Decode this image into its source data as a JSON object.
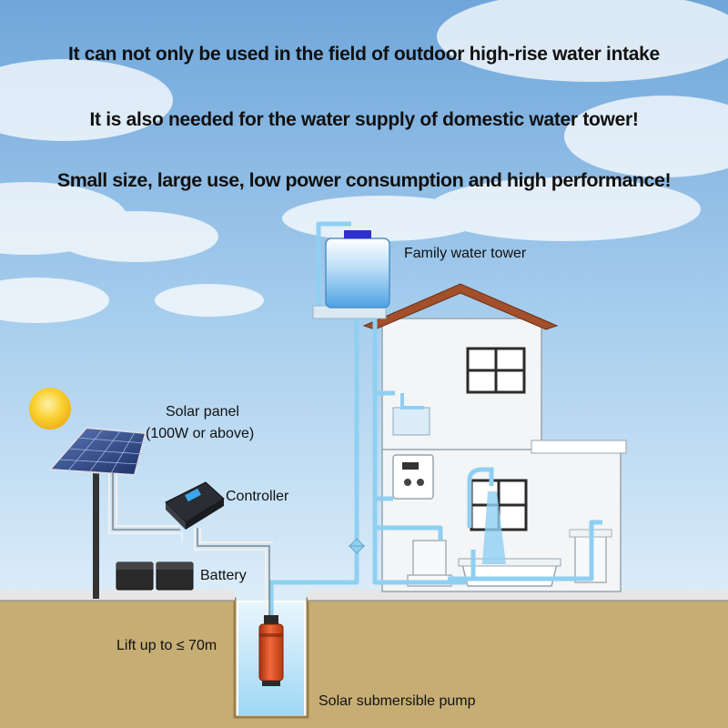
{
  "headlines": {
    "line1": "It can not only be used in the field of outdoor high-rise water intake",
    "line2": "It is also needed for the water supply of domestic water tower!",
    "line3": "Small size, large use, low power consumption and high performance!"
  },
  "labels": {
    "water_tower": "Family water tower",
    "solar_panel": "Solar panel",
    "solar_panel_rating": "(100W or above)",
    "controller": "Controller",
    "battery": "Battery",
    "lift": "Lift up to ≤ 70m",
    "pump": "Solar submersible pump"
  },
  "colors": {
    "sky_top": "#7fb2e0",
    "sky_bottom": "#d9ecfa",
    "ground": "#c9b27a",
    "ground_edge": "#a88b52",
    "pipe": "#8fd0f2",
    "roof": "#a9552e",
    "wall": "#f2f4f6",
    "pump": "#d9461e",
    "sun": "#f7c62a"
  }
}
